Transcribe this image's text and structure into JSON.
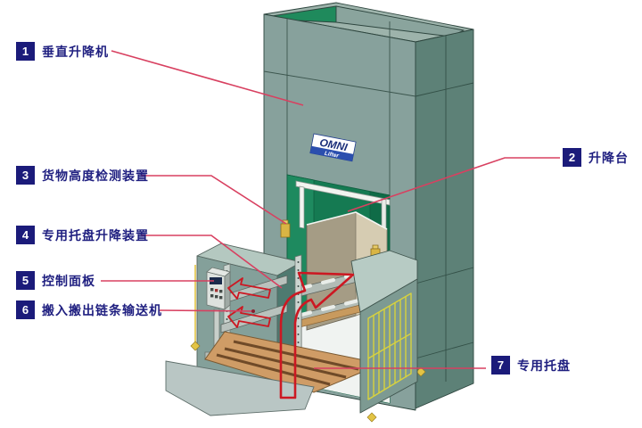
{
  "labels": [
    {
      "num": "1",
      "text": "垂直升降机"
    },
    {
      "num": "2",
      "text": "升降台"
    },
    {
      "num": "3",
      "text": "货物高度检测装置"
    },
    {
      "num": "4",
      "text": "专用托盘升降装置"
    },
    {
      "num": "5",
      "text": "控制面板"
    },
    {
      "num": "6",
      "text": "搬入搬出链条输送机"
    },
    {
      "num": "7",
      "text": "专用托盘"
    }
  ],
  "logo": {
    "line1": "OMNI",
    "line2": "Lifter"
  },
  "colors": {
    "tower_front": "#87a19c",
    "tower_side": "#5d8177",
    "interior_green": "#1e8a5f",
    "platform_tan": "#a59c85",
    "platform_cream": "#d6ccb2",
    "pallet_orange": "#cf9c66",
    "safety_yellow": "#d8cf45",
    "sensor_gold": "#d9b544",
    "leader_line_red": "#d84060",
    "flow_arrow_red": "#cc1822",
    "label_navy": "#1b1b7a"
  }
}
